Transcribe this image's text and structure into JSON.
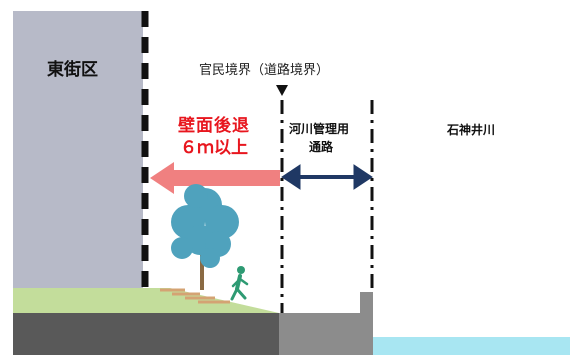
{
  "labels": {
    "district": "東街区",
    "boundary": "官民境界（道路境界）",
    "setback_line1": "壁面後退",
    "setback_line2": "６ｍ以上",
    "path_line1": "河川管理用",
    "path_line2": "通路",
    "river": "石神井川"
  },
  "colors": {
    "building": "#b7bac8",
    "setback_arrow": "#f08080",
    "setback_text": "#e8161e",
    "path_arrow": "#1f3864",
    "ground": "#595959",
    "grass": "#c3dd9b",
    "tree": "#4fa2bd",
    "pedestrian": "#2e9a73",
    "embankment": "#8c8c8c",
    "water": "#a8e6f2"
  }
}
